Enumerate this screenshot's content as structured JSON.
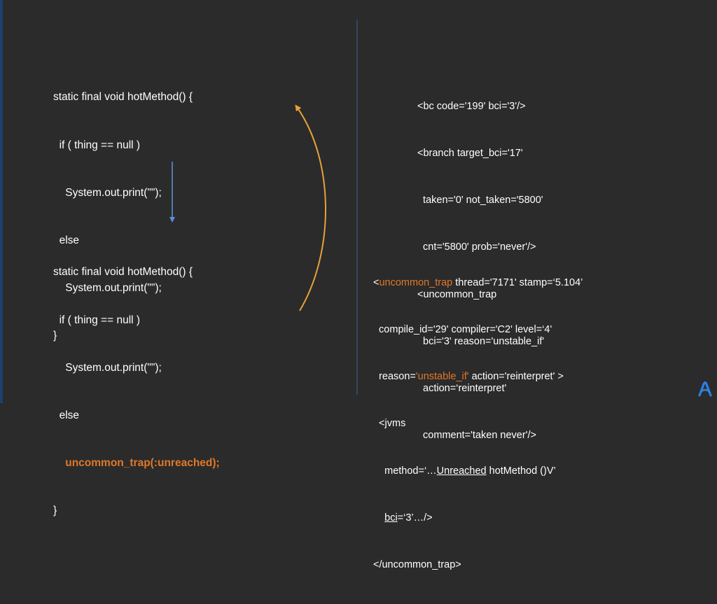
{
  "code_top": {
    "lines": [
      "static final void hotMethod() {",
      "  if ( thing == null )",
      "    System.out.print(\"\");",
      "  else",
      "    System.out.print(\"\");",
      "}"
    ]
  },
  "code_bottom": {
    "lines": [
      "static final void hotMethod() {",
      "  if ( thing == null )",
      "    System.out.print(\"\");",
      "  else"
    ],
    "trap_indent": "    ",
    "trap_line": "uncommon_trap(:unreached);",
    "close": "}"
  },
  "xml_top": {
    "lines": [
      "<bc code='199' bci='3'/>",
      "<branch target_bci='17'",
      "  taken='0' not_taken='5800'",
      "  cnt='5800' prob='never'/>",
      "<uncommon_trap",
      "  bci='3' reason='unstable_if'",
      "  action=‘reinterpret'",
      "  comment='taken never'/>"
    ]
  },
  "xml_bottom": {
    "l1_open": "<",
    "l1_tag": "uncommon_trap",
    "l1_rest": " thread='7171' stamp=‘5.104’",
    "l2": "  compile_id='29' compiler='C2' level=‘4'",
    "l3_pre": "  reason=",
    "l3_reason": "'unstable_if'",
    "l3_rest": " action='reinterpret' >",
    "l4": "  <jvms",
    "l5_pre": "    method=‘…",
    "l5_underlined": "Unreached",
    "l5_rest": " hotMethod ()V’",
    "l6_indent": "    ",
    "l6_underlined": "bci",
    "l6_rest": "=‘3’…/>",
    "l7": "</uncommon_trap>"
  },
  "colors": {
    "background": "#2b2b2b",
    "text": "#ffffff",
    "highlight": "#e0782a",
    "down_arrow": "#5b8fd6",
    "curve_arrow": "#e8a13a",
    "divider": "#3d5a80",
    "logo": "#2d7fe0"
  },
  "icons": {
    "logo": "azul-logo-icon"
  }
}
